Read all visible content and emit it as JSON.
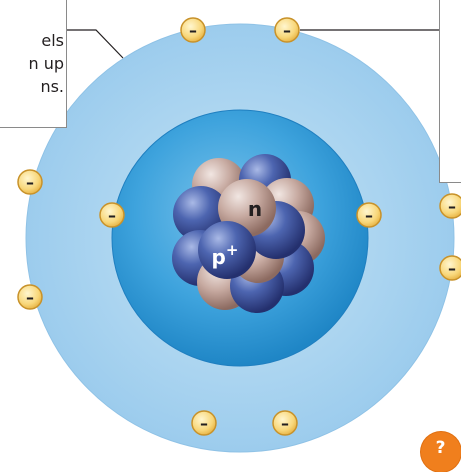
{
  "callout_left": {
    "text": "els\nn up\nns."
  },
  "labels": {
    "neutron": "n",
    "proton_base": "p",
    "proton_charge": "+"
  },
  "electron_symbol": "–",
  "help_button": {
    "label": "?"
  },
  "colors": {
    "outer_shell": "#a7d4ee",
    "inner_shell": "#2b98d5",
    "inner_shell_light": "#6ab9e6",
    "electron_fill": "#f9de8b",
    "electron_stroke": "#c8922a",
    "proton": "#3b4f9d",
    "neutron": "#b99a90",
    "accent": "#f07f1d"
  }
}
